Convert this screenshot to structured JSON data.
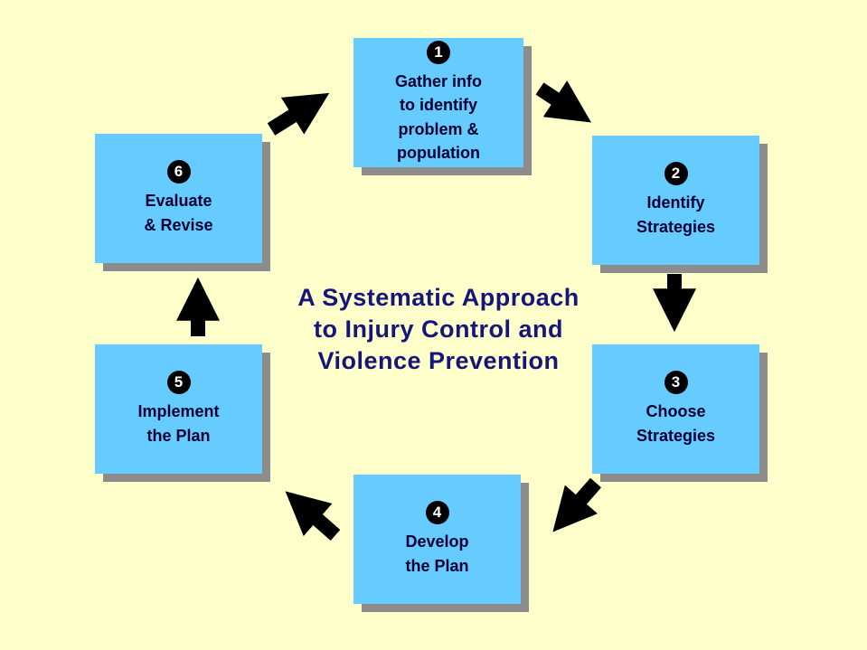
{
  "title": {
    "text": "A Systematic Approach\nto Injury Control and\nViolence Prevention"
  },
  "steps": [
    {
      "number": "1",
      "label": "Gather info\nto identify\nproblem &\npopulation"
    },
    {
      "number": "2",
      "label": "Identify\nStrategies"
    },
    {
      "number": "3",
      "label": "Choose\nStrategies"
    },
    {
      "number": "4",
      "label": "Develop\nthe Plan"
    },
    {
      "number": "5",
      "label": "Implement\nthe Plan"
    },
    {
      "number": "6",
      "label": "Evaluate\n& Revise"
    }
  ],
  "colors": {
    "background": "#FFFFCC",
    "box-fill": "#66CCFF",
    "box-shadow": "#8C8C8C",
    "box-text": "#000033",
    "title-text": "#16167A",
    "arrow": "#000000",
    "badge-fill": "#000000",
    "badge-text": "#FFFFFF"
  }
}
